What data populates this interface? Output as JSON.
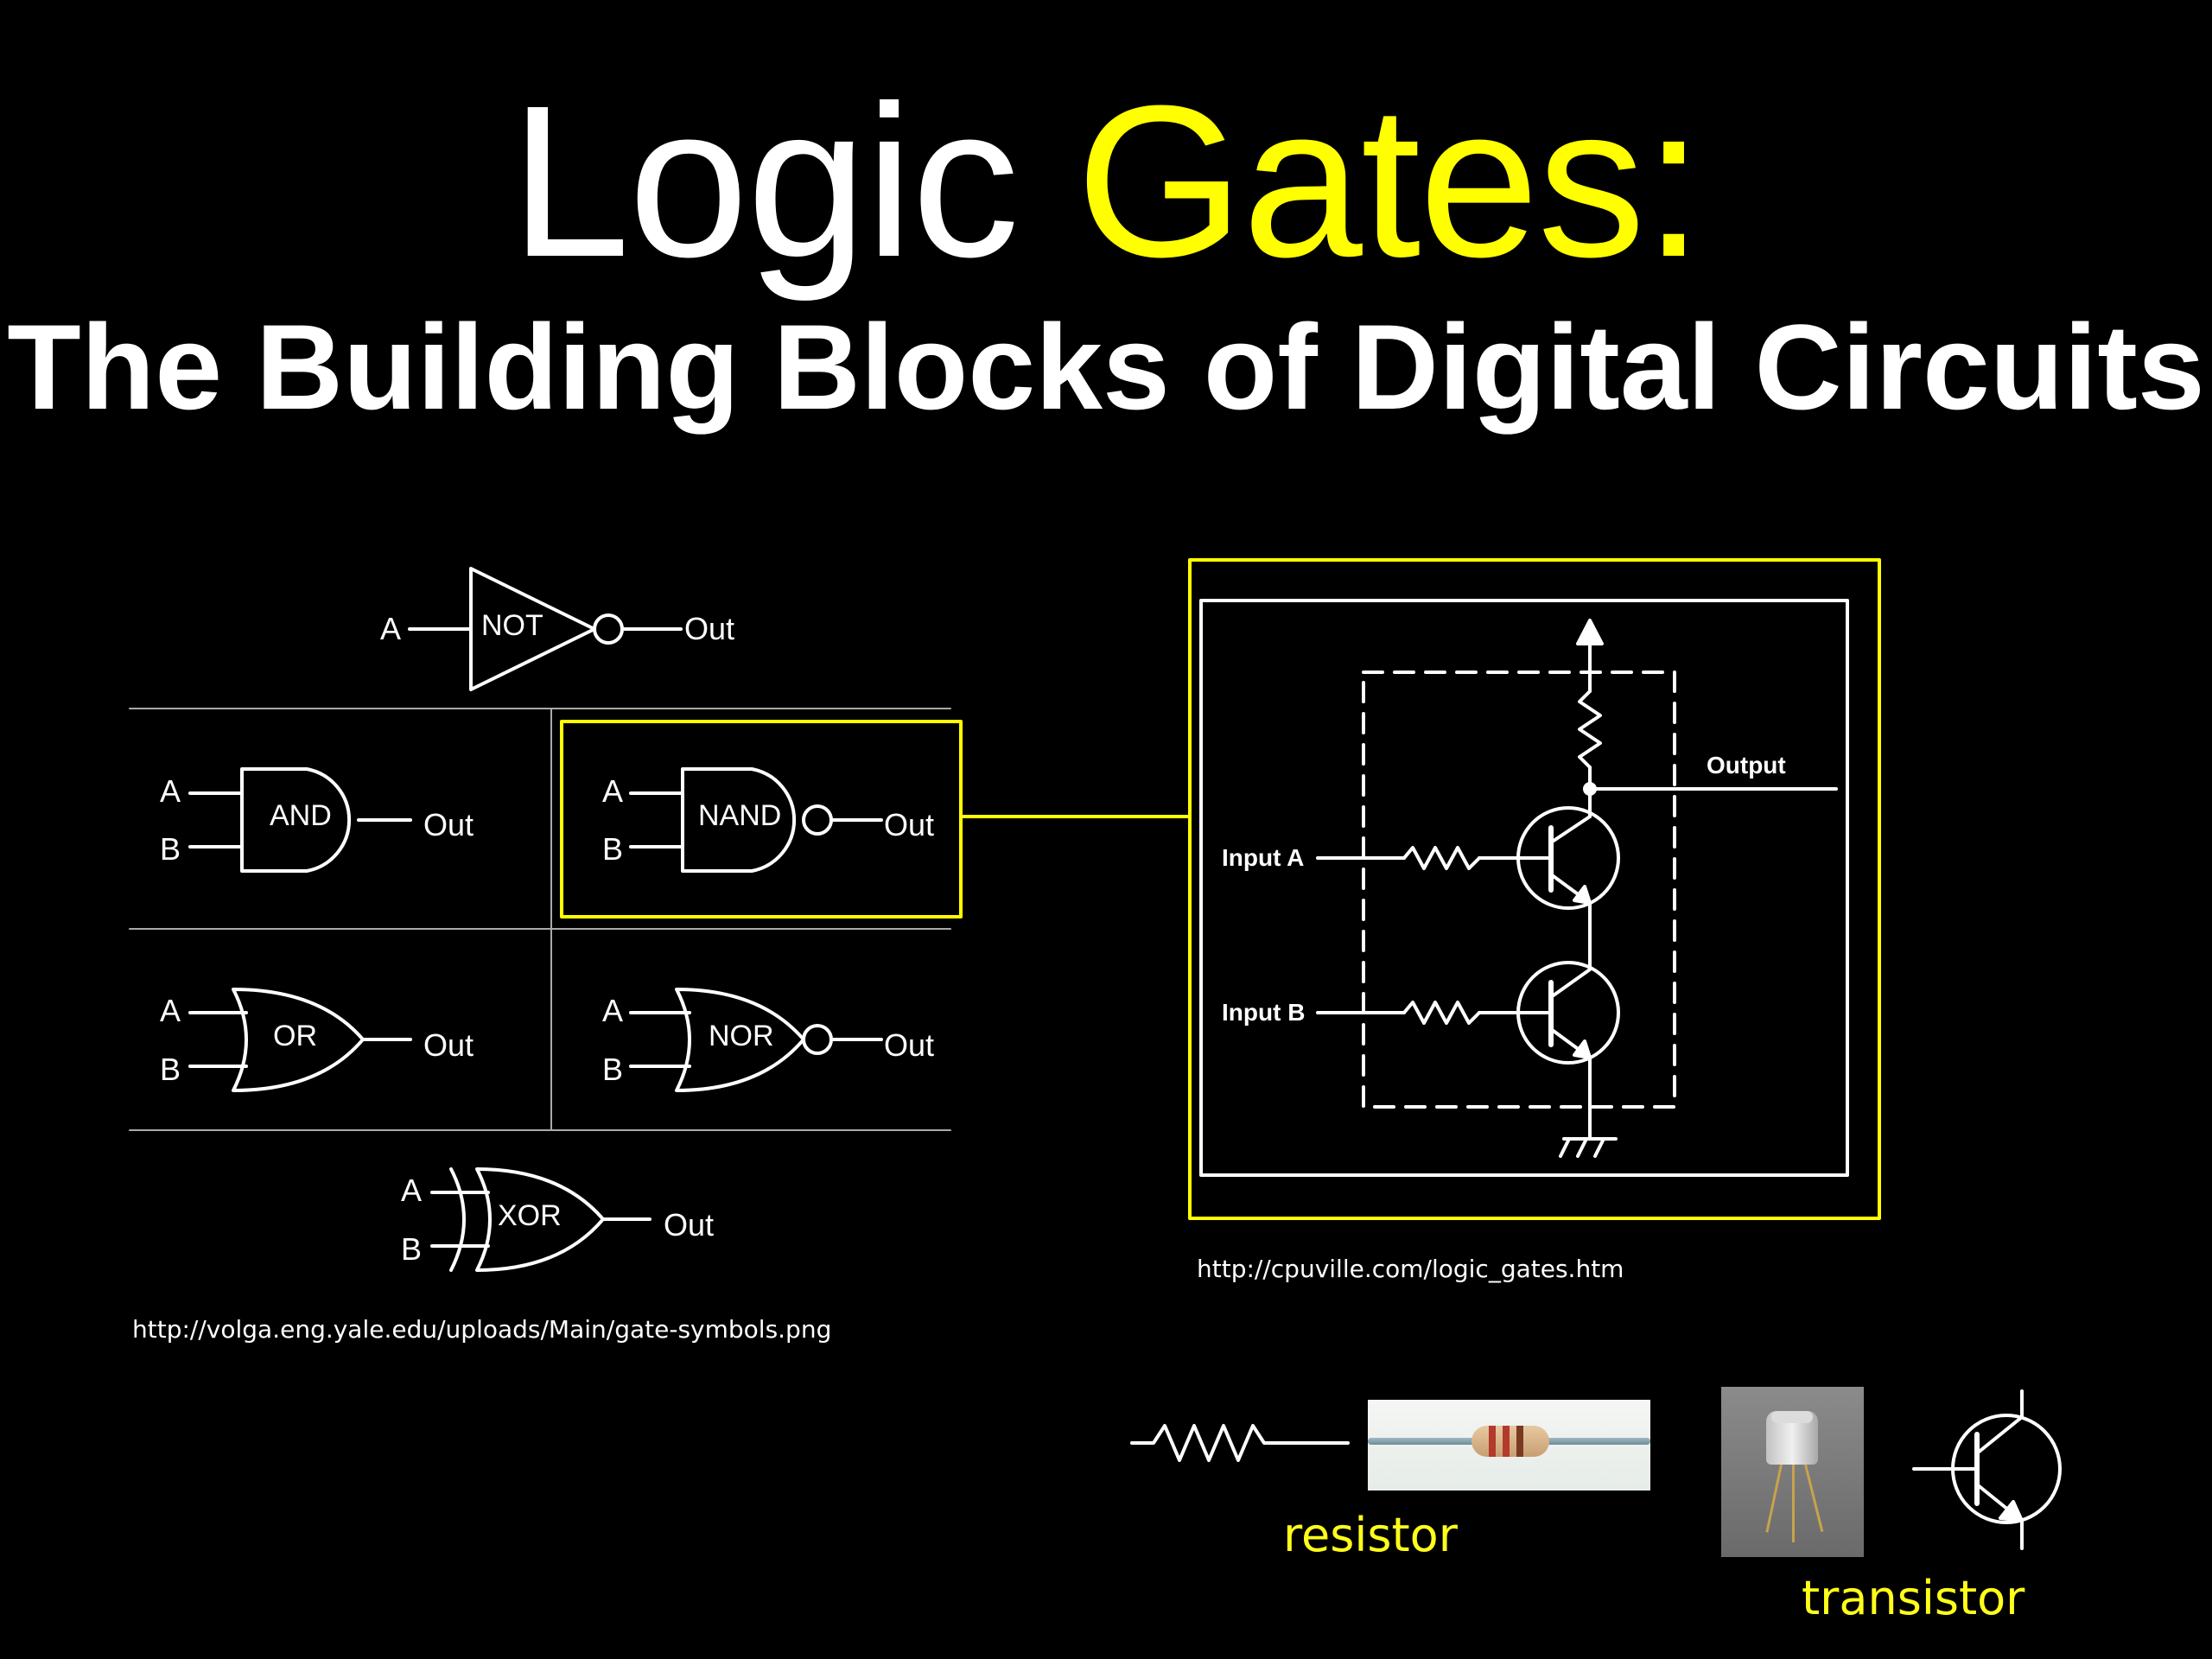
{
  "title": {
    "part1": "Logic ",
    "part2": "Gates:",
    "part1_color": "#ffffff",
    "part2_color": "#ffff00"
  },
  "subtitle": "The Building Blocks of Digital Circuits",
  "gates": {
    "input_a": "A",
    "input_b": "B",
    "output": "Out",
    "not": "NOT",
    "and": "AND",
    "nand": "NAND",
    "or": "OR",
    "nor": "NOR",
    "xor": "XOR"
  },
  "circuit": {
    "output": "Output",
    "input_a": "Input A",
    "input_b": "Input B"
  },
  "sources": {
    "gates": "http://volga.eng.yale.edu/uploads/Main/gate-symbols.png",
    "circuit": "http://cpuville.com/logic_gates.htm"
  },
  "components": {
    "resistor": "resistor",
    "transistor": "transistor"
  },
  "colors": {
    "background": "#000000",
    "highlight": "#ffff00",
    "line": "#ffffff"
  }
}
